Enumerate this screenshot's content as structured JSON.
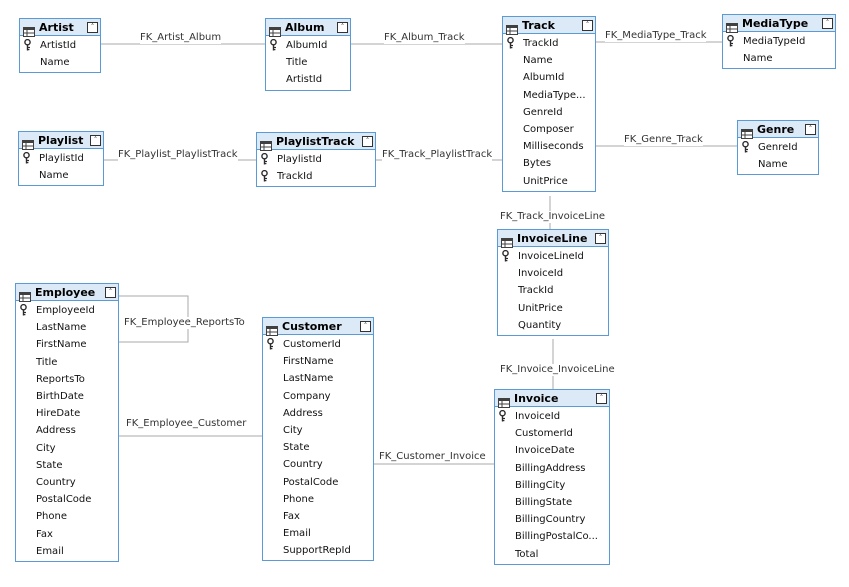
{
  "tables": [
    {
      "id": "artist",
      "name": "Artist",
      "columns": [
        {
          "name": "ArtistId",
          "pk": true
        },
        {
          "name": "Name"
        }
      ]
    },
    {
      "id": "album",
      "name": "Album",
      "columns": [
        {
          "name": "AlbumId",
          "pk": true
        },
        {
          "name": "Title"
        },
        {
          "name": "ArtistId"
        }
      ]
    },
    {
      "id": "track",
      "name": "Track",
      "columns": [
        {
          "name": "TrackId",
          "pk": true
        },
        {
          "name": "Name"
        },
        {
          "name": "AlbumId"
        },
        {
          "name": "MediaType..."
        },
        {
          "name": "GenreId"
        },
        {
          "name": "Composer"
        },
        {
          "name": "Milliseconds"
        },
        {
          "name": "Bytes"
        },
        {
          "name": "UnitPrice"
        }
      ]
    },
    {
      "id": "mediatype",
      "name": "MediaType",
      "columns": [
        {
          "name": "MediaTypeId",
          "pk": true
        },
        {
          "name": "Name"
        }
      ]
    },
    {
      "id": "playlist",
      "name": "Playlist",
      "columns": [
        {
          "name": "PlaylistId",
          "pk": true
        },
        {
          "name": "Name"
        }
      ]
    },
    {
      "id": "playlisttrack",
      "name": "PlaylistTrack",
      "columns": [
        {
          "name": "PlaylistId",
          "pk": true
        },
        {
          "name": "TrackId",
          "pk": true
        }
      ]
    },
    {
      "id": "genre",
      "name": "Genre",
      "columns": [
        {
          "name": "GenreId",
          "pk": true
        },
        {
          "name": "Name"
        }
      ]
    },
    {
      "id": "invoiceline",
      "name": "InvoiceLine",
      "columns": [
        {
          "name": "InvoiceLineId",
          "pk": true
        },
        {
          "name": "InvoiceId"
        },
        {
          "name": "TrackId"
        },
        {
          "name": "UnitPrice"
        },
        {
          "name": "Quantity"
        }
      ]
    },
    {
      "id": "employee",
      "name": "Employee",
      "columns": [
        {
          "name": "EmployeeId",
          "pk": true
        },
        {
          "name": "LastName"
        },
        {
          "name": "FirstName"
        },
        {
          "name": "Title"
        },
        {
          "name": "ReportsTo"
        },
        {
          "name": "BirthDate"
        },
        {
          "name": "HireDate"
        },
        {
          "name": "Address"
        },
        {
          "name": "City"
        },
        {
          "name": "State"
        },
        {
          "name": "Country"
        },
        {
          "name": "PostalCode"
        },
        {
          "name": "Phone"
        },
        {
          "name": "Fax"
        },
        {
          "name": "Email"
        }
      ]
    },
    {
      "id": "customer",
      "name": "Customer",
      "columns": [
        {
          "name": "CustomerId",
          "pk": true
        },
        {
          "name": "FirstName"
        },
        {
          "name": "LastName"
        },
        {
          "name": "Company"
        },
        {
          "name": "Address"
        },
        {
          "name": "City"
        },
        {
          "name": "State"
        },
        {
          "name": "Country"
        },
        {
          "name": "PostalCode"
        },
        {
          "name": "Phone"
        },
        {
          "name": "Fax"
        },
        {
          "name": "Email"
        },
        {
          "name": "SupportRepId"
        }
      ]
    },
    {
      "id": "invoice",
      "name": "Invoice",
      "columns": [
        {
          "name": "InvoiceId",
          "pk": true
        },
        {
          "name": "CustomerId"
        },
        {
          "name": "InvoiceDate"
        },
        {
          "name": "BillingAddress"
        },
        {
          "name": "BillingCity"
        },
        {
          "name": "BillingState"
        },
        {
          "name": "BillingCountry"
        },
        {
          "name": "BillingPostalCo..."
        },
        {
          "name": "Total"
        }
      ]
    }
  ],
  "relationships": [
    {
      "id": "fk-artist-album",
      "label": "FK_Artist_Album"
    },
    {
      "id": "fk-album-track",
      "label": "FK_Album_Track"
    },
    {
      "id": "fk-mediatype-track",
      "label": "FK_MediaType_Track"
    },
    {
      "id": "fk-playlist-playlisttrack",
      "label": "FK_Playlist_PlaylistTrack"
    },
    {
      "id": "fk-track-playlisttrack",
      "label": "FK_Track_PlaylistTrack"
    },
    {
      "id": "fk-genre-track",
      "label": "FK_Genre_Track"
    },
    {
      "id": "fk-track-invoiceline",
      "label": "FK_Track_InvoiceLine"
    },
    {
      "id": "fk-employee-reportsto",
      "label": "FK_Employee_ReportsTo"
    },
    {
      "id": "fk-employee-customer",
      "label": "FK_Employee_Customer"
    },
    {
      "id": "fk-invoice-invoiceline",
      "label": "FK_Invoice_InvoiceLine"
    },
    {
      "id": "fk-customer-invoice",
      "label": "FK_Customer_Invoice"
    }
  ],
  "colors": {
    "border": "#5b9bd5",
    "header": "#dce9f7",
    "line": "#a9a9a9"
  }
}
